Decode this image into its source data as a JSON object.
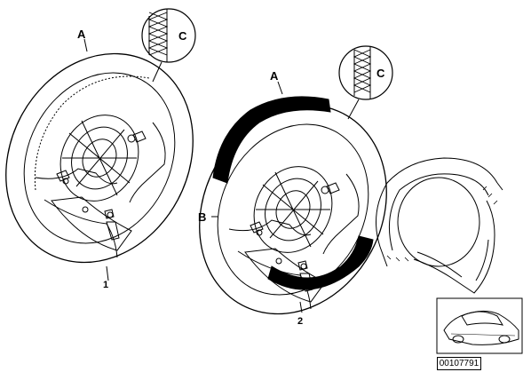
{
  "labels": {
    "a1": "A",
    "a2": "A",
    "b": "B",
    "c1": "C",
    "c2": "C"
  },
  "part_numbers": {
    "p1": "1",
    "p2": "2"
  },
  "diagram_id": "00107791"
}
